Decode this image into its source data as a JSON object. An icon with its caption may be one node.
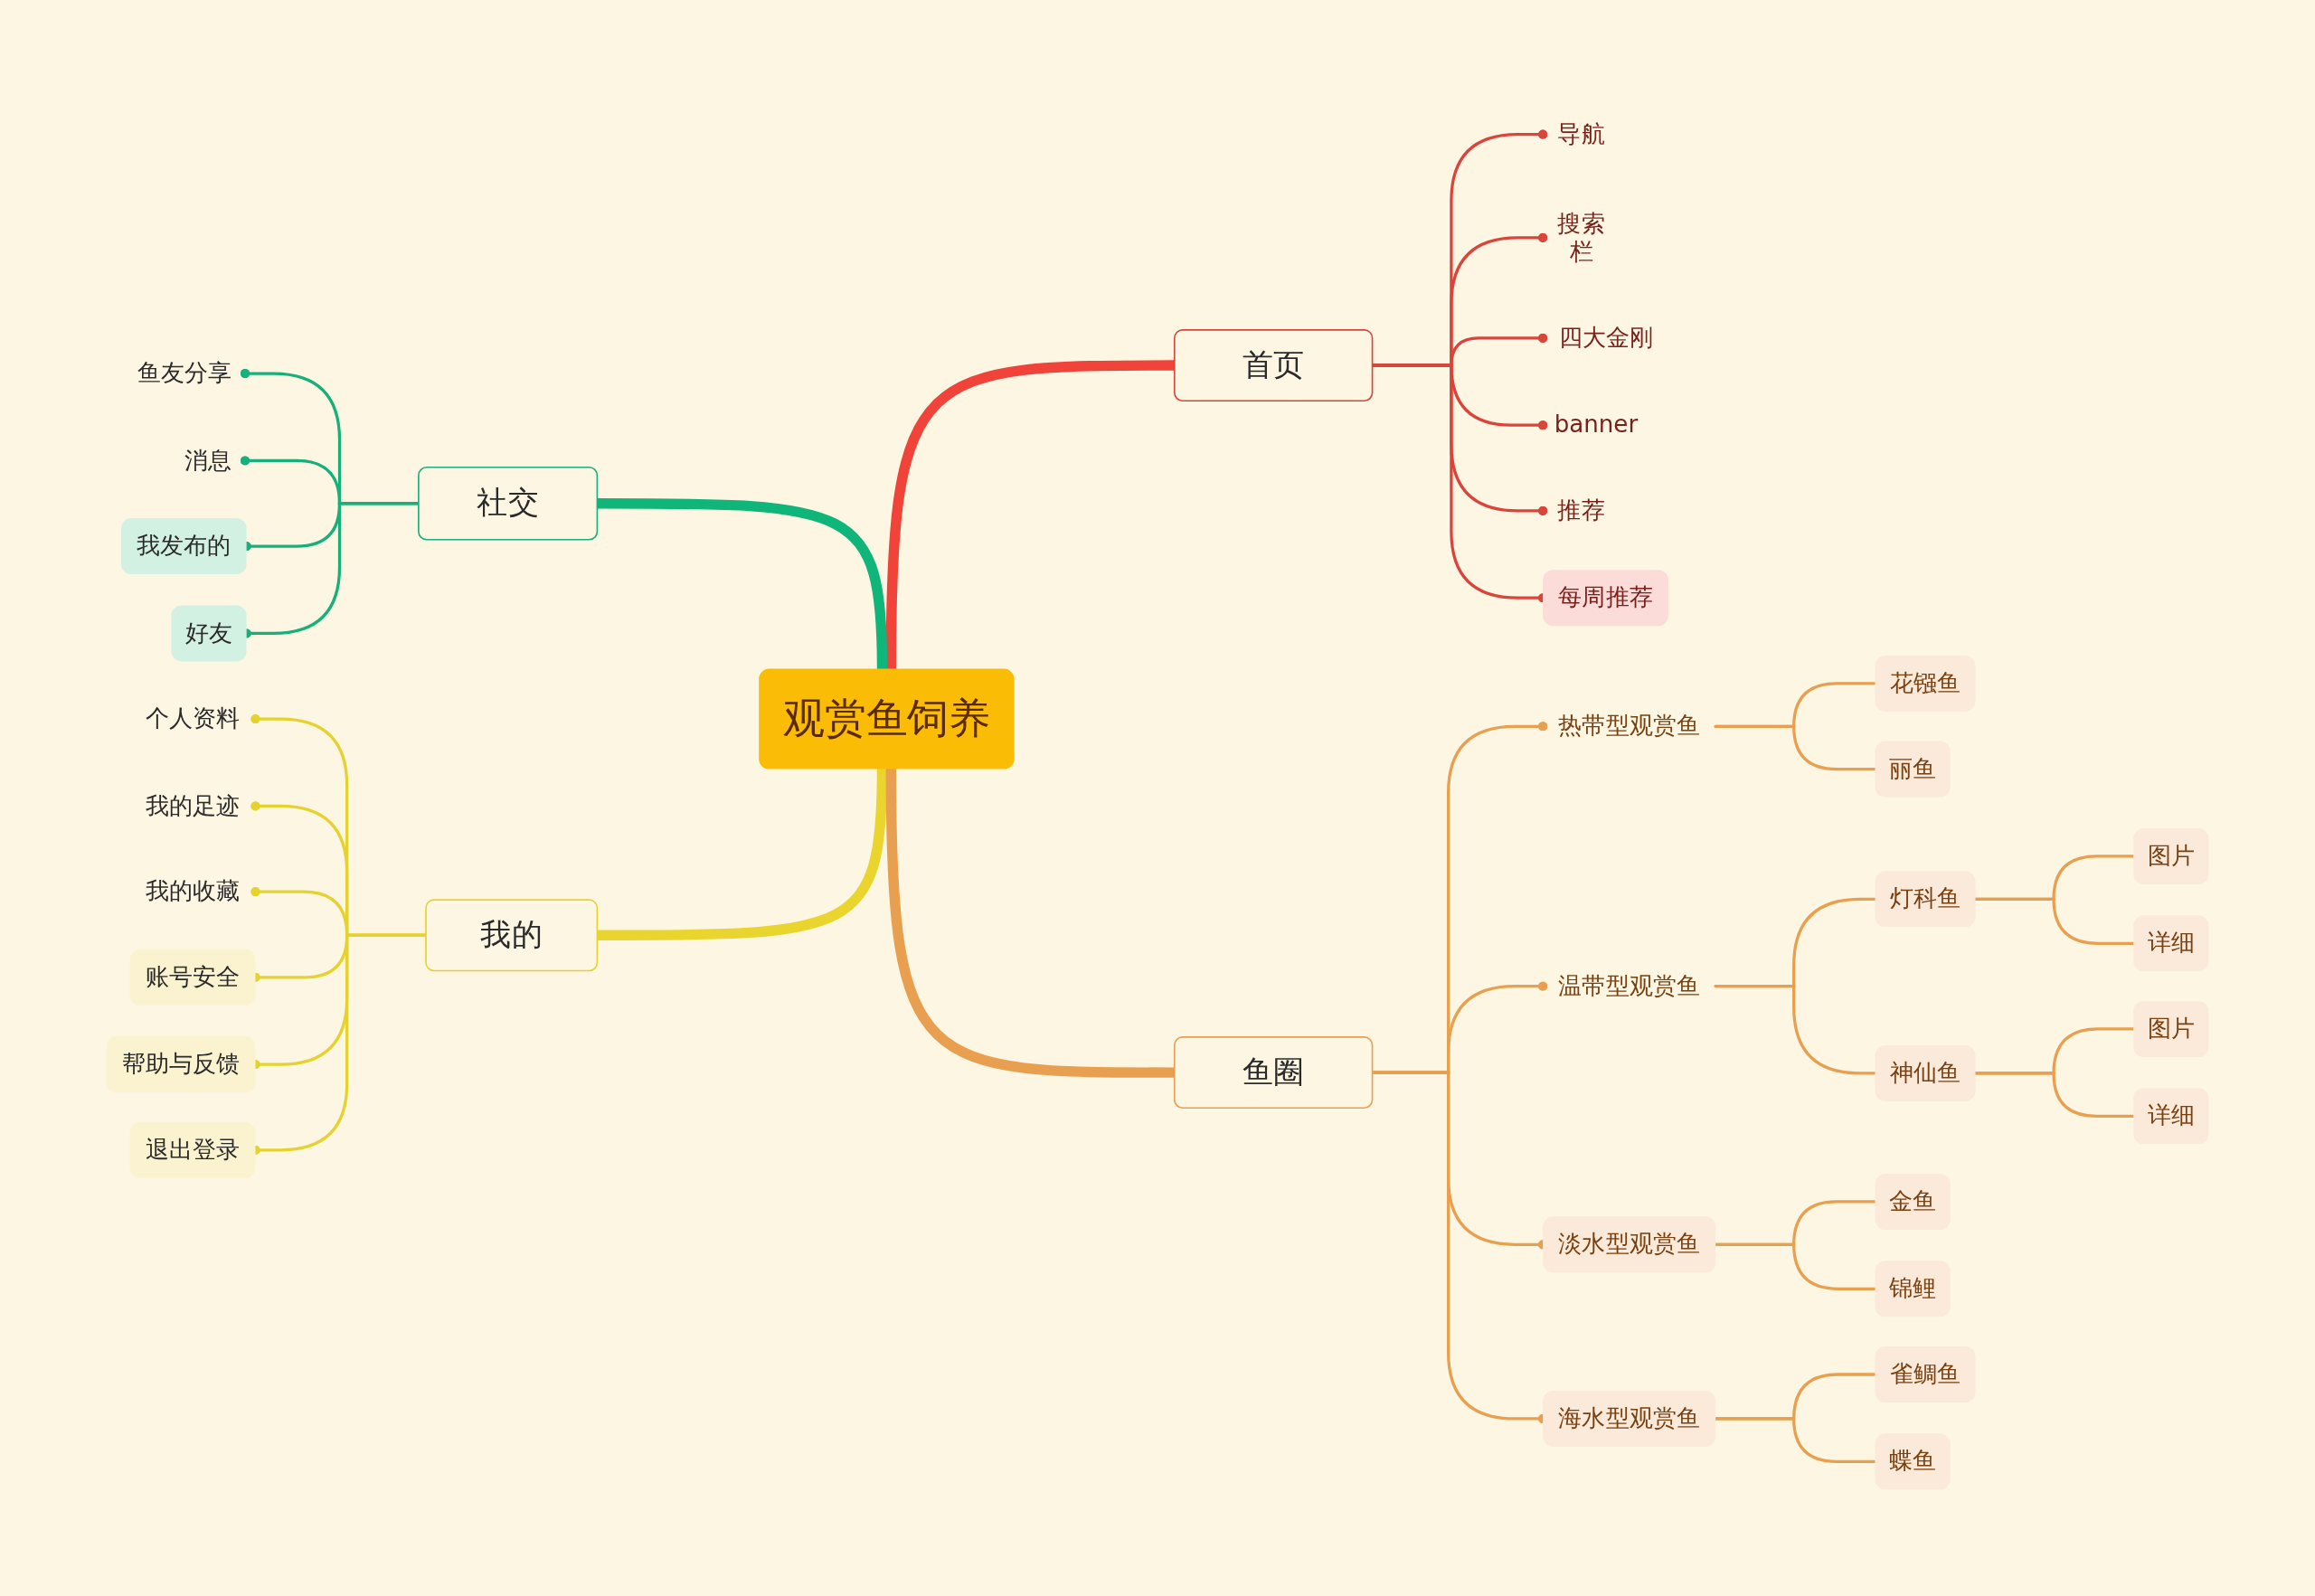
{
  "diagram": {
    "nodes": [
      {
        "text": [
          "观赏鱼饲养"
        ]
      },
      {
        "text": [
          "首页"
        ]
      },
      {
        "text": [
          "导航"
        ]
      },
      {
        "text": [
          "搜索栏"
        ]
      },
      {
        "text": [
          "四大金刚"
        ]
      },
      {
        "text": [
          "banner"
        ]
      },
      {
        "text": [
          "推荐"
        ]
      },
      {
        "text": [
          "每周推荐"
        ]
      },
      {
        "text": [
          "社交"
        ]
      },
      {
        "text": [
          "鱼友分享"
        ]
      },
      {
        "text": [
          "消息"
        ]
      },
      {
        "text": [
          "我发布的"
        ]
      },
      {
        "text": [
          "好友"
        ]
      },
      {
        "text": [
          "我的"
        ]
      },
      {
        "text": [
          "个人资料"
        ]
      },
      {
        "text": [
          "我的足迹"
        ]
      },
      {
        "text": [
          "我的收藏"
        ]
      },
      {
        "text": [
          "账号安全"
        ]
      },
      {
        "text": [
          "帮助与反馈"
        ]
      },
      {
        "text": [
          "退出登录"
        ]
      },
      {
        "text": [
          "鱼圈"
        ]
      },
      {
        "text": [
          "热带型观赏鱼"
        ]
      },
      {
        "text": [
          "花镪鱼"
        ]
      },
      {
        "text": [
          "丽鱼"
        ]
      },
      {
        "text": [
          "温带型观赏鱼"
        ]
      },
      {
        "text": [
          "灯科鱼"
        ]
      },
      {
        "text": [
          "图片"
        ]
      },
      {
        "text": [
          "详细"
        ]
      },
      {
        "text": [
          "神仙鱼"
        ]
      },
      {
        "text": [
          "图片"
        ]
      },
      {
        "text": [
          "详细"
        ]
      },
      {
        "text": [
          "淡水型观赏鱼"
        ]
      },
      {
        "text": [
          "金鱼"
        ]
      },
      {
        "text": [
          "锦鲤"
        ]
      },
      {
        "text": [
          "海水型观赏鱼"
        ]
      },
      {
        "text": [
          "雀鲷鱼"
        ]
      },
      {
        "text": [
          "蝶鱼"
        ]
      }
    ],
    "edges": [
      {
        "from": 0,
        "to": 1,
        "arrow": "none",
        "style": "thick",
        "color": "#f0443a"
      },
      {
        "from": 0,
        "to": 8,
        "arrow": "none",
        "style": "thick",
        "color": "#10b57a"
      },
      {
        "from": 0,
        "to": 13,
        "arrow": "none",
        "style": "thick",
        "color": "#e9d52e"
      },
      {
        "from": 0,
        "to": 20,
        "arrow": "none",
        "style": "thick"
      },
      {
        "from": 1,
        "to": 2,
        "arrow": "other",
        "color": "#d9443b"
      },
      {
        "from": 1,
        "to": 3,
        "arrow": "other",
        "color": "#d9443b"
      },
      {
        "from": 1,
        "to": 4,
        "arrow": "other",
        "color": "#d9443b"
      },
      {
        "from": 1,
        "to": 5,
        "arrow": "other",
        "color": "#d9443b"
      },
      {
        "from": 1,
        "to": 6,
        "arrow": "other",
        "color": "#d9443b"
      },
      {
        "from": 1,
        "to": 7,
        "arrow": "other",
        "color": "#d9443b"
      },
      {
        "from": 8,
        "to": 9,
        "arrow": "other",
        "color": "#18b07a"
      },
      {
        "from": 8,
        "to": 10,
        "arrow": "other",
        "color": "#18b07a"
      },
      {
        "from": 8,
        "to": 11,
        "arrow": "other",
        "color": "#18b07a"
      },
      {
        "from": 8,
        "to": 12,
        "arrow": "other",
        "color": "#18b07a"
      },
      {
        "from": 13,
        "to": 14,
        "arrow": "other",
        "color": "#e6d22e"
      },
      {
        "from": 13,
        "to": 15,
        "arrow": "other",
        "color": "#e6d22e"
      },
      {
        "from": 13,
        "to": 16,
        "arrow": "other",
        "color": "#e6d22e"
      },
      {
        "from": 13,
        "to": 17,
        "arrow": "other",
        "color": "#e6d22e"
      },
      {
        "from": 13,
        "to": 18,
        "arrow": "other",
        "color": "#e6d22e"
      },
      {
        "from": 13,
        "to": 19,
        "arrow": "other",
        "color": "#e6d22e"
      },
      {
        "from": 20,
        "to": 21,
        "arrow": "other"
      },
      {
        "from": 20,
        "to": 24,
        "arrow": "other"
      },
      {
        "from": 20,
        "to": 31,
        "arrow": "other"
      },
      {
        "from": 20,
        "to": 34,
        "arrow": "other"
      },
      {
        "from": 21,
        "to": 22,
        "arrow": "none"
      },
      {
        "from": 21,
        "to": 23,
        "arrow": "none"
      },
      {
        "from": 24,
        "to": 25,
        "arrow": "none"
      },
      {
        "from": 24,
        "to": 28,
        "arrow": "none"
      },
      {
        "from": 25,
        "to": 26,
        "arrow": "none"
      },
      {
        "from": 25,
        "to": 27,
        "arrow": "none"
      },
      {
        "from": 28,
        "to": 29,
        "arrow": "none"
      },
      {
        "from": 28,
        "to": 30,
        "arrow": "none"
      },
      {
        "from": 31,
        "to": 32,
        "arrow": "none"
      },
      {
        "from": 31,
        "to": 33,
        "arrow": "none"
      },
      {
        "from": 34,
        "to": 35,
        "arrow": "none"
      },
      {
        "from": 34,
        "to": 36,
        "arrow": "none"
      }
    ]
  }
}
